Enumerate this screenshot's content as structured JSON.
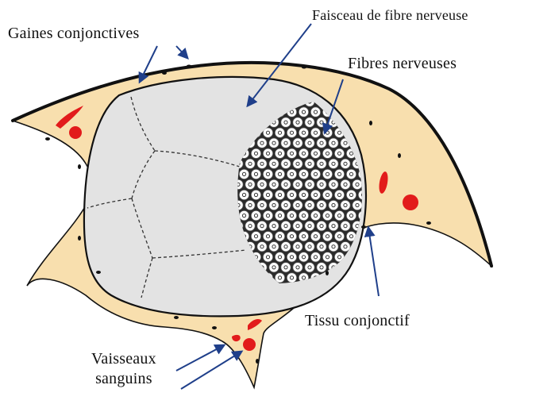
{
  "labels": {
    "gaines": "Gaines conjonctives",
    "faisceau": "Faisceau de fibre nerveuse",
    "fibres": "Fibres nerveuses",
    "tissu": "Tissu conjonctif",
    "vaisseaux_line1": "Vaisseaux",
    "vaisseaux_line2": "sanguins"
  },
  "colors": {
    "connective_tissue": "#f8dfae",
    "outline": "#111111",
    "fascicle_fill": "#e3e3e3",
    "blood_vessel": "#e21b1b",
    "arrow": "#1f3f8a",
    "fiber_fill": "#ffffff",
    "fiber_matrix": "#2a2a2a"
  }
}
